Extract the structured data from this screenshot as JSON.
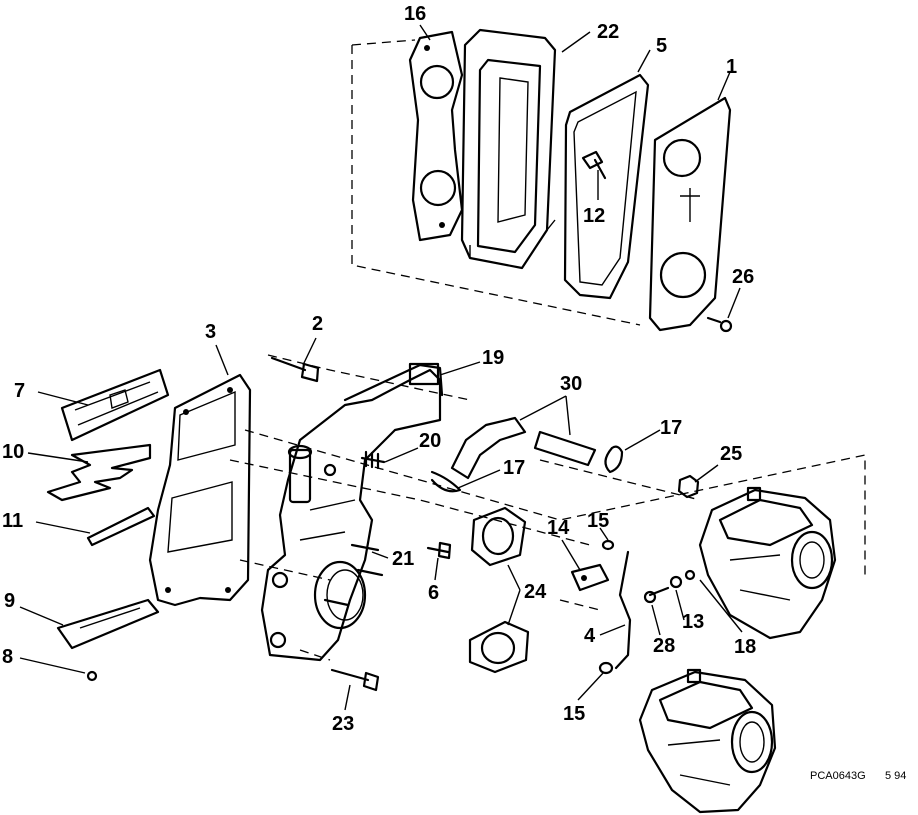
{
  "callouts": [
    "16",
    "22",
    "5",
    "1",
    "12",
    "26",
    "2",
    "3",
    "19",
    "30",
    "17",
    "7",
    "20",
    "17",
    "25",
    "10",
    "14",
    "15",
    "11",
    "21",
    "6",
    "24",
    "9",
    "13",
    "4",
    "28",
    "18",
    "8",
    "23",
    "15"
  ],
  "figure_code": "PCA0643G",
  "figure_date": "5 94"
}
